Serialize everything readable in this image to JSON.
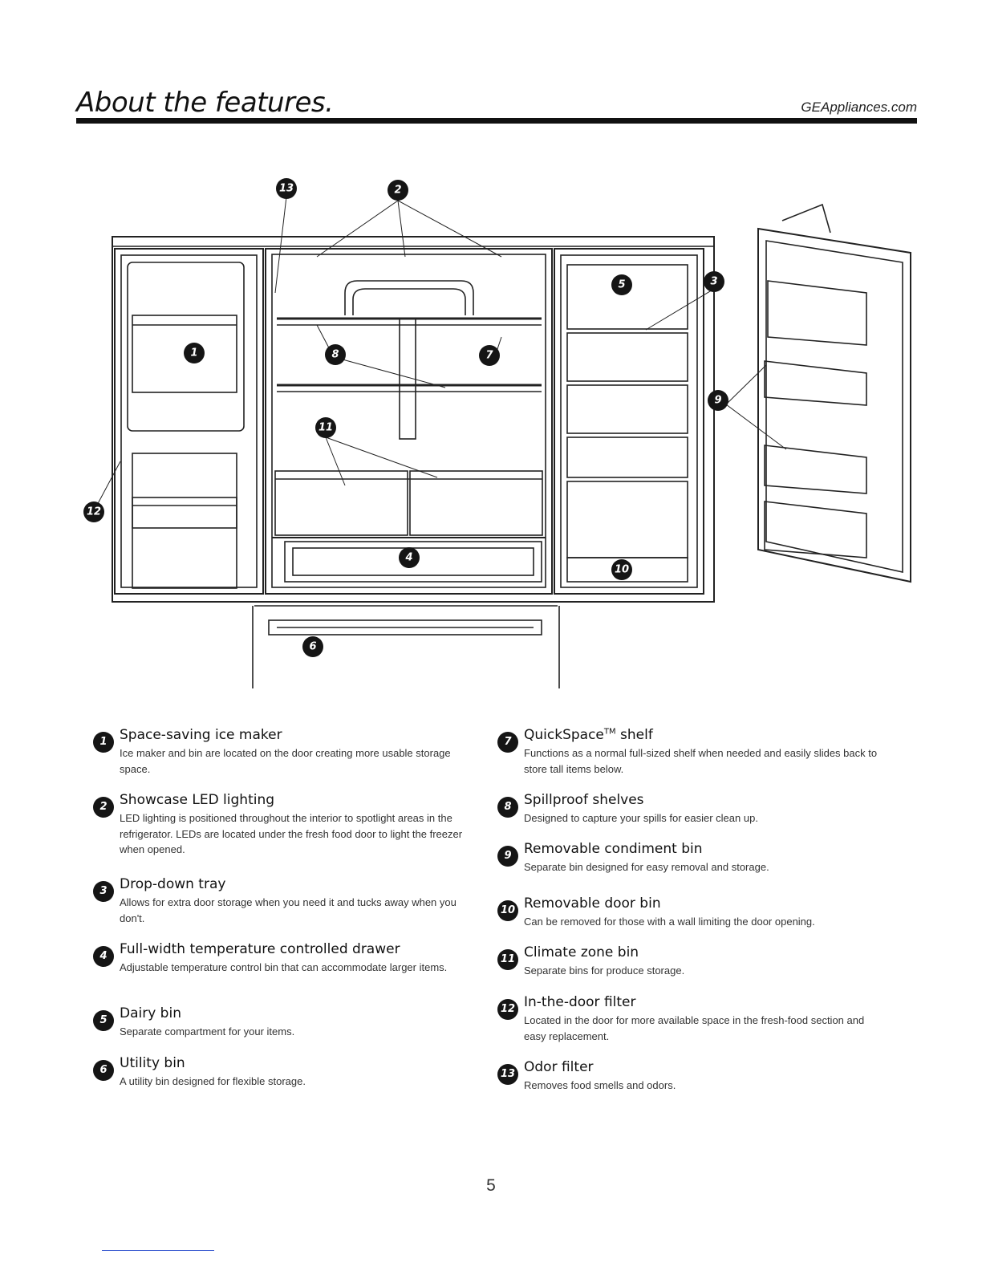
{
  "header": {
    "title": "About the features.",
    "site": "GEAppliances.com"
  },
  "diagram": {
    "callouts": [
      "1",
      "2",
      "3",
      "4",
      "5",
      "6",
      "7",
      "8",
      "9",
      "10",
      "11",
      "12",
      "13"
    ]
  },
  "features": [
    {
      "number": "1",
      "title": "Space-saving ice maker",
      "desc": "Ice maker and bin are located on the door creating more usable storage space."
    },
    {
      "number": "2",
      "title": "Showcase LED lighting",
      "desc": "LED lighting is positioned throughout the interior to spotlight areas in the refrigerator. LEDs are located under the fresh food door to light the freezer when opened."
    },
    {
      "number": "3",
      "title": "Drop-down tray",
      "desc": "Allows for extra door storage when you need it and tucks away when you don't."
    },
    {
      "number": "4",
      "title": "Full-width temperature controlled drawer",
      "desc": "Adjustable temperature control bin that can accommodate larger items."
    },
    {
      "number": "5",
      "title": "Dairy bin",
      "desc": "Separate compartment for your items."
    },
    {
      "number": "6",
      "title": "Utility bin",
      "desc": "A utility bin designed for flexible storage."
    },
    {
      "number": "7",
      "title": "QuickSpace",
      "title_sup": "TM",
      "title_suffix": " shelf",
      "desc": "Functions as a normal full-sized shelf when needed and easily slides back to store tall items below."
    },
    {
      "number": "8",
      "title": "Spillproof shelves",
      "desc": "Designed to capture your spills for easier clean up."
    },
    {
      "number": "9",
      "title": "Removable condiment bin",
      "desc": "Separate bin designed for easy removal and storage."
    },
    {
      "number": "10",
      "title": "Removable door bin",
      "desc": "Can be removed for those with a wall limiting the door opening."
    },
    {
      "number": "11",
      "title": "Climate zone bin",
      "desc": "Separate bins for produce storage."
    },
    {
      "number": "12",
      "title": "In-the-door filter",
      "desc": "Located in the door for more available space in the fresh-food section and easy replacement."
    },
    {
      "number": "13",
      "title": "Odor filter",
      "desc": "Removes food smells and odors."
    }
  ],
  "page_number": "5"
}
